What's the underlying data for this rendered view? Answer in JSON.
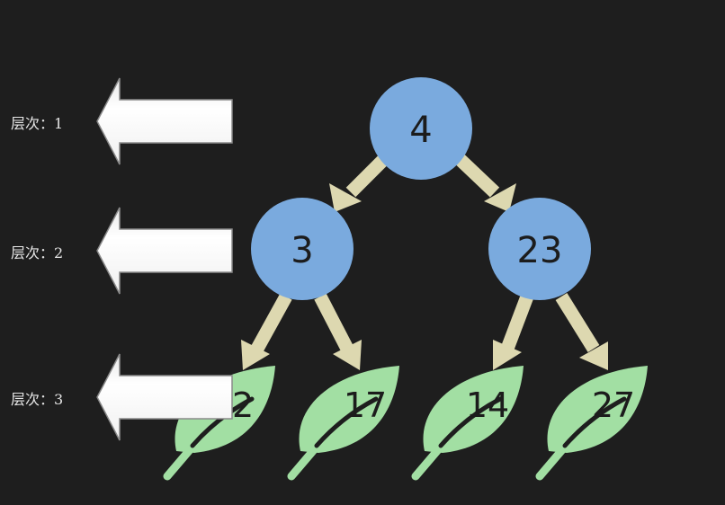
{
  "levels": [
    {
      "label": "层次：1"
    },
    {
      "label": "层次：2"
    },
    {
      "label": "层次：3"
    }
  ],
  "tree": {
    "root": "4",
    "level2": [
      "3",
      "23"
    ],
    "leaves": [
      "12",
      "17",
      "14",
      "27"
    ]
  },
  "colors": {
    "background": "#1e1e1e",
    "node_fill": "#7aaade",
    "leaf_fill": "#a2dfa3",
    "edge_color": "#ddd8b0",
    "arrow_fill": "#f8f8f8",
    "label_text": "#e6e6e6"
  }
}
